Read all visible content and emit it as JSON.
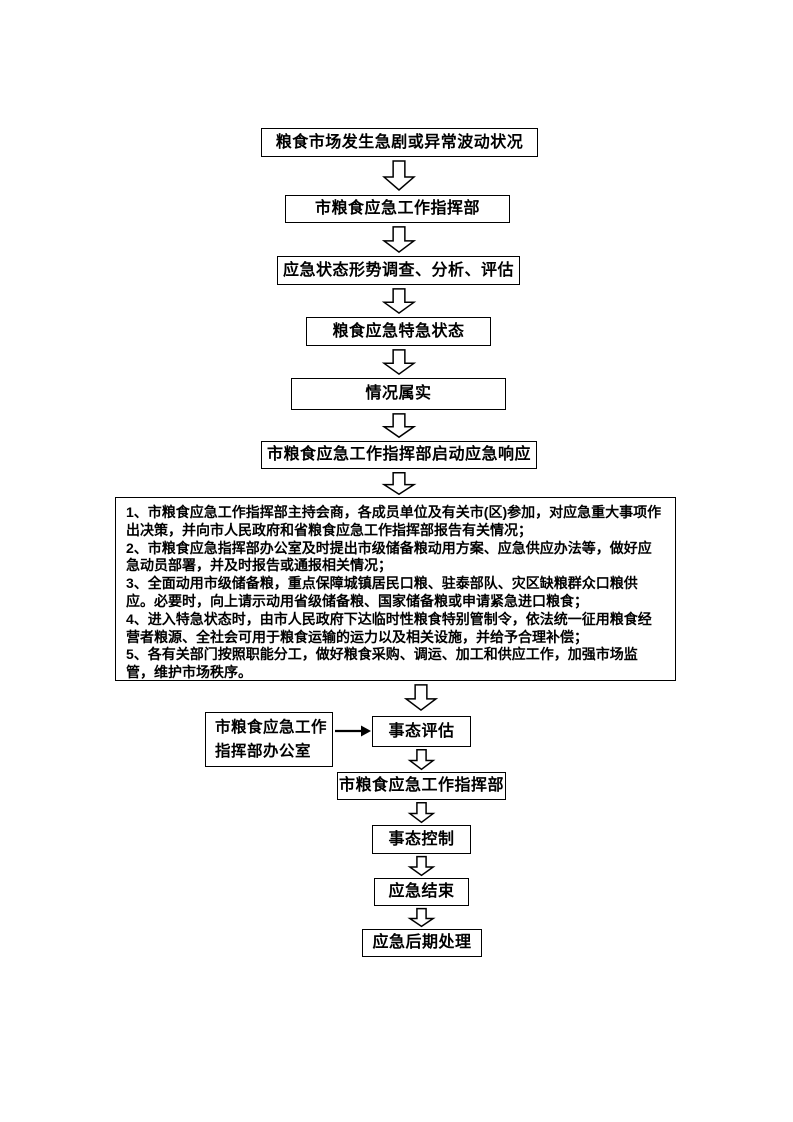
{
  "flowchart": {
    "nodes": {
      "start": "粮食市场发生急剧或异常波动状况",
      "hq": "市粮食应急工作指挥部",
      "investigate": "应急状态形势调查、分析、评估",
      "urgent_state": "粮食应急特急状态",
      "verified": "情况属实",
      "activate": "市粮食应急工作指挥部启动应急响应",
      "office": "市粮食应急工作指挥部办公室",
      "assess": "事态评估",
      "hq2": "市粮食应急工作指挥部",
      "control": "事态控制",
      "end": "应急结束",
      "post": "应急后期处理"
    },
    "response_details": [
      "1、市粮食应急工作指挥部主持会商，各成员单位及有关市(区)参加，对应急重大事项作出决策，并向市人民政府和省粮食应急工作指挥部报告有关情况；",
      "2、市粮食应急指挥部办公室及时提出市级储备粮动用方案、应急供应办法等，做好应急动员部署，并及时报告或通报相关情况；",
      "3、全面动用市级储备粮，重点保障城镇居民口粮、驻泰部队、灾区缺粮群众口粮供应。必要时，向上请示动用省级储备粮、国家储备粮或申请紧急进口粮食；",
      "4、进入特急状态时，由市人民政府下达临时性粮食特别管制令，依法统一征用粮食经营者粮源、全社会可用于粮食运输的运力以及相关设施，并给予合理补偿；",
      "5、各有关部门按照职能分工，做好粮食采购、调运、加工和供应工作，加强市场监管，维护市场秩序。"
    ],
    "colors": {
      "border": "#000000",
      "background": "#ffffff",
      "text": "#000000"
    }
  }
}
